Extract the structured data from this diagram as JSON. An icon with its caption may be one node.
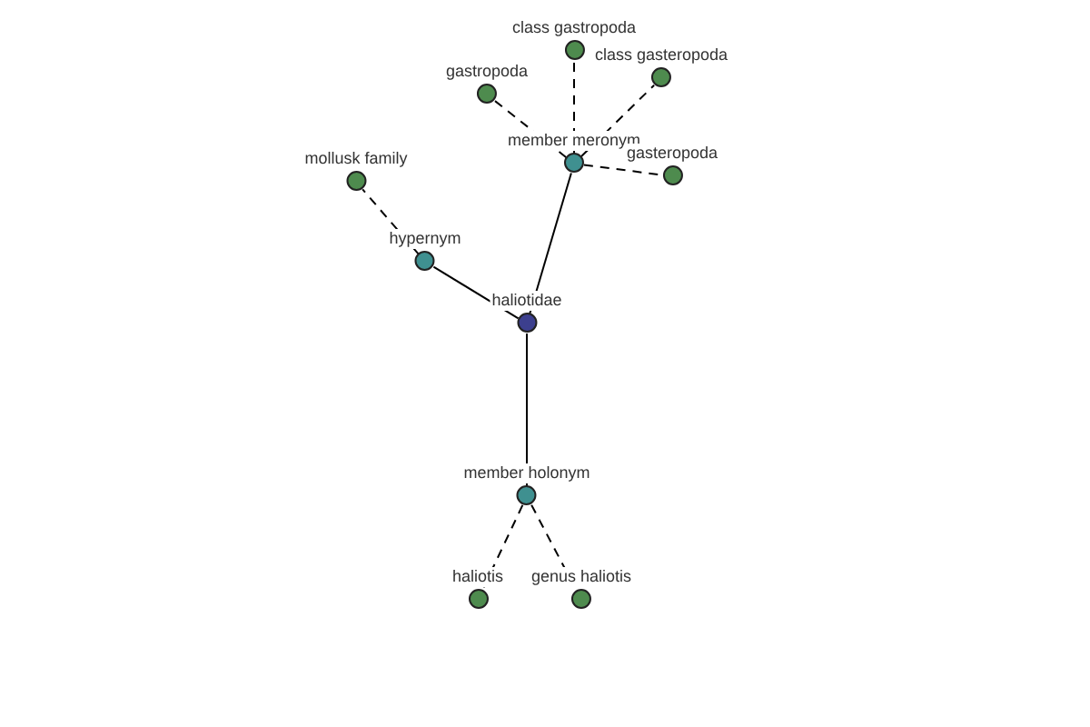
{
  "diagram": {
    "nodes": [
      {
        "text": [
          "class gastropoda"
        ]
      },
      {
        "text": [
          "class gasteropoda"
        ]
      },
      {
        "text": [
          "gastropoda"
        ]
      },
      {
        "text": [
          "member meronym"
        ]
      },
      {
        "text": [
          "gasteropoda"
        ]
      },
      {
        "text": [
          "mollusk family"
        ]
      },
      {
        "text": [
          "hypernym"
        ]
      },
      {
        "text": [
          "haliotidae"
        ]
      },
      {
        "text": [
          "member holonym"
        ]
      },
      {
        "text": [
          "haliotis"
        ]
      },
      {
        "text": [
          "genus haliotis"
        ]
      }
    ],
    "edges": [
      {
        "from": 6,
        "to": 5,
        "arrow": "none",
        "style": "dashed"
      },
      {
        "from": 7,
        "to": 6,
        "arrow": "none"
      },
      {
        "from": 7,
        "to": 3,
        "arrow": "none"
      },
      {
        "from": 3,
        "to": 0,
        "arrow": "none",
        "style": "dashed"
      },
      {
        "from": 3,
        "to": 1,
        "arrow": "none",
        "style": "dashed"
      },
      {
        "from": 3,
        "to": 2,
        "arrow": "none",
        "style": "dashed"
      },
      {
        "from": 3,
        "to": 4,
        "arrow": "none",
        "style": "dashed"
      },
      {
        "from": 7,
        "to": 8,
        "arrow": "none"
      },
      {
        "from": 8,
        "to": 9,
        "arrow": "none",
        "style": "dashed"
      },
      {
        "from": 8,
        "to": 10,
        "arrow": "none",
        "style": "dashed"
      }
    ]
  }
}
